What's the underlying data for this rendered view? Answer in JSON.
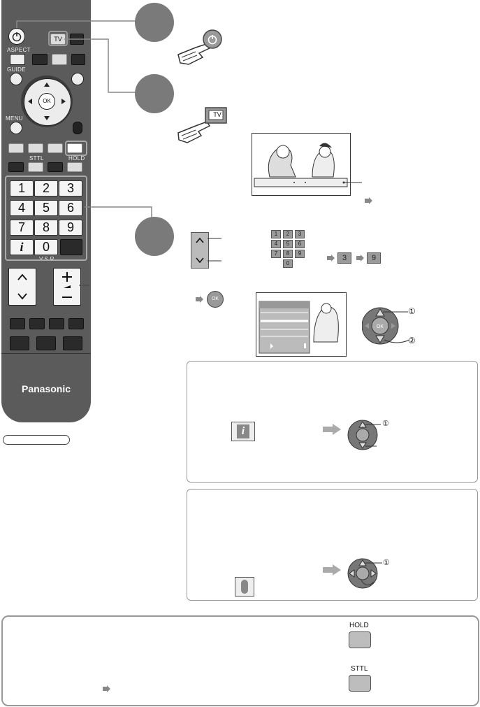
{
  "remote": {
    "brand": "Panasonic",
    "buttons": {
      "tv": "TV",
      "aspect": "ASPECT",
      "guide": "GUIDE",
      "menu": "MENU",
      "ok": "OK",
      "sttl": "STTL",
      "hold": "HOLD",
      "info": "i",
      "last_view": "V.S.R",
      "numbers": [
        "1",
        "2",
        "3",
        "4",
        "5",
        "6",
        "7",
        "8",
        "9",
        "0"
      ]
    }
  },
  "steps": {
    "power_icon": "power-icon",
    "tv_label": "TV",
    "ok_label": "OK"
  },
  "channel_example": {
    "digits": [
      "3",
      "9"
    ],
    "keypad": [
      "1",
      "2",
      "3",
      "4",
      "5",
      "6",
      "7",
      "8",
      "9",
      "0"
    ]
  },
  "info_box": {
    "info_label": "i"
  },
  "bottom_box": {
    "hold_label": "HOLD",
    "sttl_label": "STTL"
  },
  "circled": [
    "①",
    "②"
  ]
}
